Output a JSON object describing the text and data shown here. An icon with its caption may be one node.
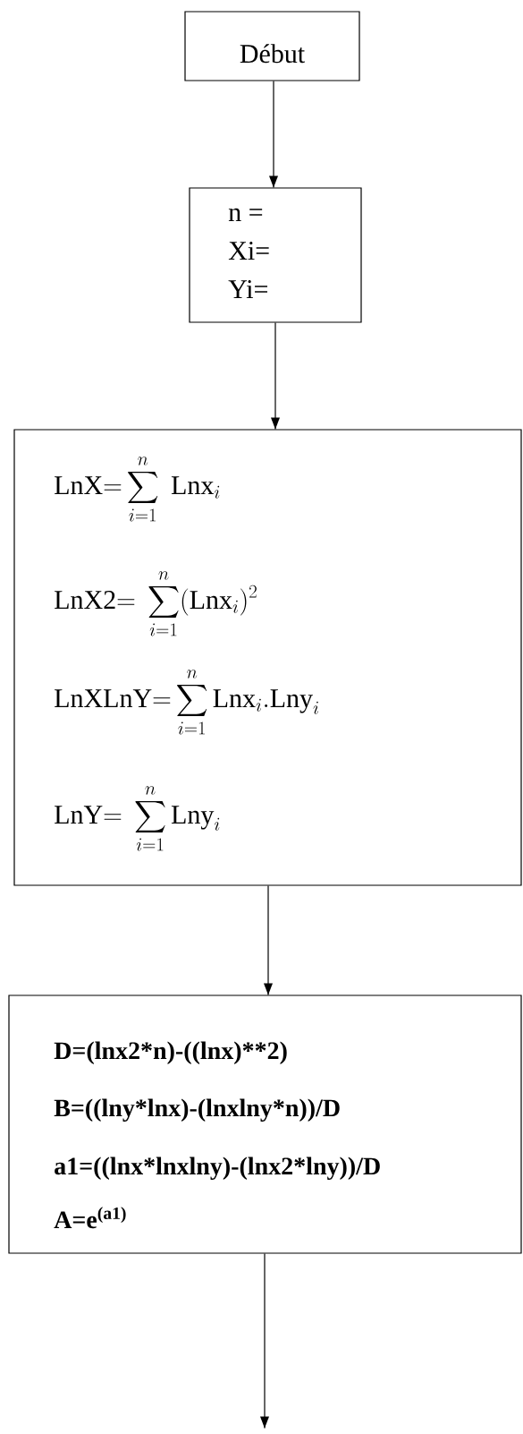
{
  "diagram": {
    "nodes": [
      {
        "text": [
          "Début"
        ]
      },
      {
        "text": [
          "n =",
          "Xi=",
          "Yi="
        ]
      },
      {
        "text": [
          "\\mathrm{LnX}{=}\\sum_{i=1}^{n}\\;\\mathrm{Lnx}_i",
          "\\mathrm{LnX2}{=}\\;\\sum_{i=1}^{n}(\\mathrm{Lnx}_i)^2",
          "\\mathrm{LnXLnY}{=}\\sum_{i=1}^{n}\\mathrm{Lnx}_i.\\mathrm{Lny}_i",
          "\\mathrm{LnY}{=}\\;\\sum_{i=1}^{n}\\mathrm{Lny}_i"
        ]
      },
      {
        "text": [
          "D=(lnx2*n)-((lnx)**2)",
          "B=((lny*lnx)-(lnxlny*n))/D",
          "a1=((lnx*lnxlny)-(lnx2*lny))/D",
          "A=e$^{(a1)}$"
        ]
      }
    ],
    "edges": [
      {
        "from": 0,
        "to": 1,
        "arrow": "to"
      },
      {
        "from": 1,
        "to": 2,
        "arrow": "to"
      },
      {
        "from": 2,
        "to": 3,
        "arrow": "to"
      },
      {
        "from": 3,
        "to": null,
        "arrow": "to"
      }
    ]
  }
}
